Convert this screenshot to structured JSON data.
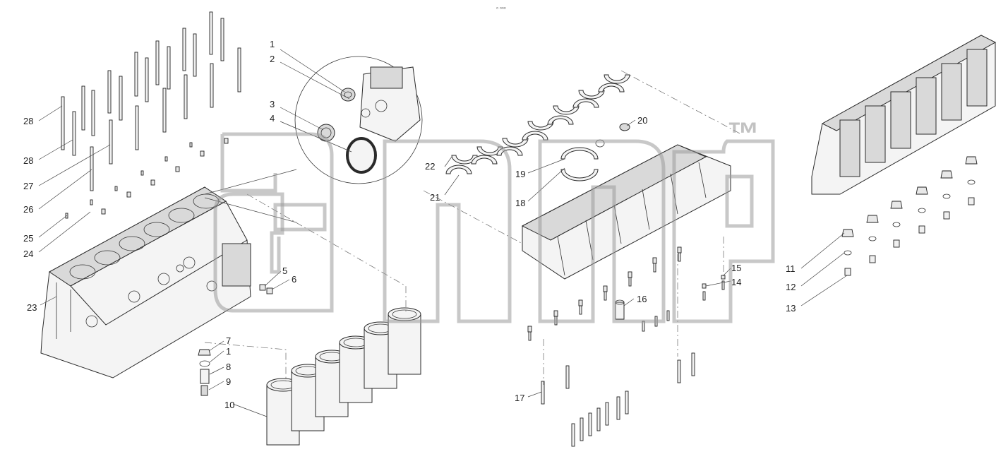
{
  "header_mark": "▫ ▫▫▫",
  "watermark_tm": "™",
  "callouts": [
    {
      "id": "c1a",
      "text": "1"
    },
    {
      "id": "c2",
      "text": "2"
    },
    {
      "id": "c3",
      "text": "3"
    },
    {
      "id": "c4",
      "text": "4"
    },
    {
      "id": "c5",
      "text": "5"
    },
    {
      "id": "c6",
      "text": "6"
    },
    {
      "id": "c7",
      "text": "7"
    },
    {
      "id": "c1b",
      "text": "1"
    },
    {
      "id": "c8",
      "text": "8"
    },
    {
      "id": "c9",
      "text": "9"
    },
    {
      "id": "c10",
      "text": "10"
    },
    {
      "id": "c11",
      "text": "11"
    },
    {
      "id": "c12",
      "text": "12"
    },
    {
      "id": "c13",
      "text": "13"
    },
    {
      "id": "c14",
      "text": "14"
    },
    {
      "id": "c15",
      "text": "15"
    },
    {
      "id": "c16",
      "text": "16"
    },
    {
      "id": "c17",
      "text": "17"
    },
    {
      "id": "c18",
      "text": "18"
    },
    {
      "id": "c19",
      "text": "19"
    },
    {
      "id": "c20",
      "text": "20"
    },
    {
      "id": "c21",
      "text": "21"
    },
    {
      "id": "c22",
      "text": "22"
    },
    {
      "id": "c23",
      "text": "23"
    },
    {
      "id": "c24",
      "text": "24"
    },
    {
      "id": "c25",
      "text": "25"
    },
    {
      "id": "c26",
      "text": "26"
    },
    {
      "id": "c27",
      "text": "27"
    },
    {
      "id": "c28a",
      "text": "28"
    },
    {
      "id": "c28b",
      "text": "28"
    }
  ]
}
